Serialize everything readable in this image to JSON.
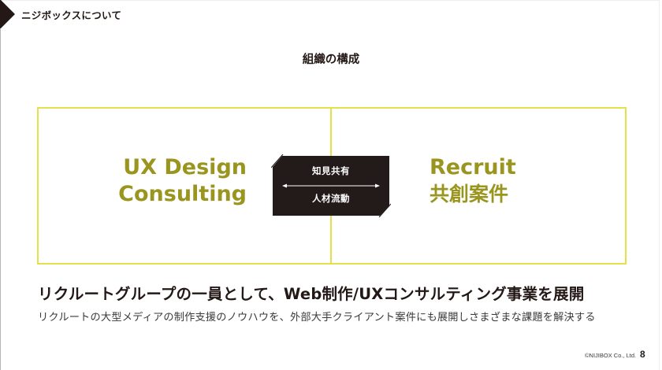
{
  "header": {
    "section_label": "ニジボックスについて",
    "marker_icon": "chevron-right-icon"
  },
  "slide": {
    "title": "組織の構成",
    "left_org": {
      "line1": "UX Design",
      "line2": "Consulting"
    },
    "right_org": {
      "line1": "Recruit",
      "line2": "共創案件"
    },
    "exchange": {
      "top_label": "知見共有",
      "bottom_label": "人材流動",
      "arrow_icon": "double-arrow-icon"
    },
    "headline": "リクルートグループの一員として、Web制作/UXコンサルティング事業を展開",
    "subline": "リクルートの大型メディアの制作支援のノウハウを、外部大手クライアント案件にも展開しさまざまな課題を解決する"
  },
  "footer": {
    "copyright": "©NIJIBOX Co., Ltd.",
    "page_number": "8"
  },
  "colors": {
    "accent_olive": "#9a951f",
    "frame_yellow": "#e3e04a",
    "dark_box": "#231a1a",
    "text": "#231815"
  }
}
